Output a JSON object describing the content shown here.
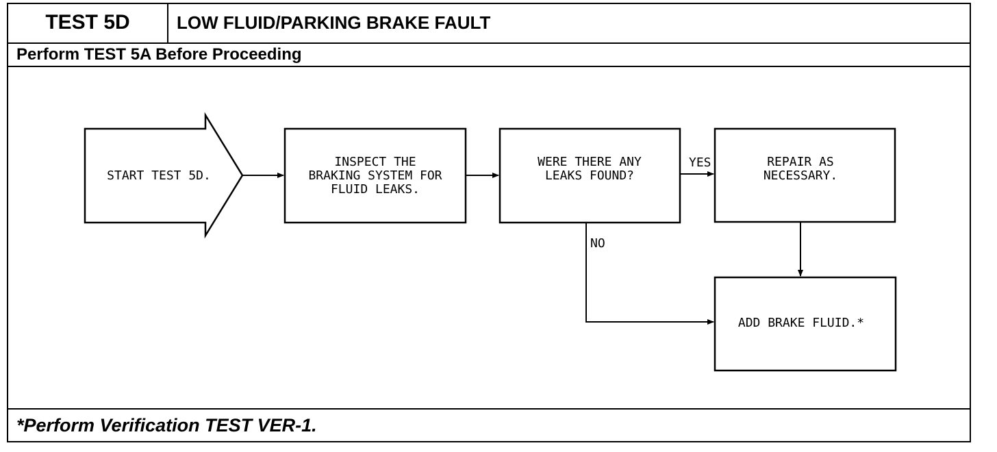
{
  "header": {
    "test_id": "TEST 5D",
    "title": "LOW FLUID/PARKING BRAKE FAULT"
  },
  "subheader": "Perform TEST 5A Before Proceeding",
  "flow": {
    "start": [
      "START TEST 5D."
    ],
    "inspect": [
      "INSPECT THE",
      "BRAKING SYSTEM FOR",
      "FLUID LEAKS."
    ],
    "question": [
      "WERE THERE ANY",
      "LEAKS FOUND?"
    ],
    "repair": [
      "REPAIR AS",
      "NECESSARY."
    ],
    "add": [
      "ADD BRAKE FLUID.*"
    ],
    "yes_label": "YES",
    "no_label": "NO"
  },
  "footer": "*Perform Verification TEST VER-1."
}
